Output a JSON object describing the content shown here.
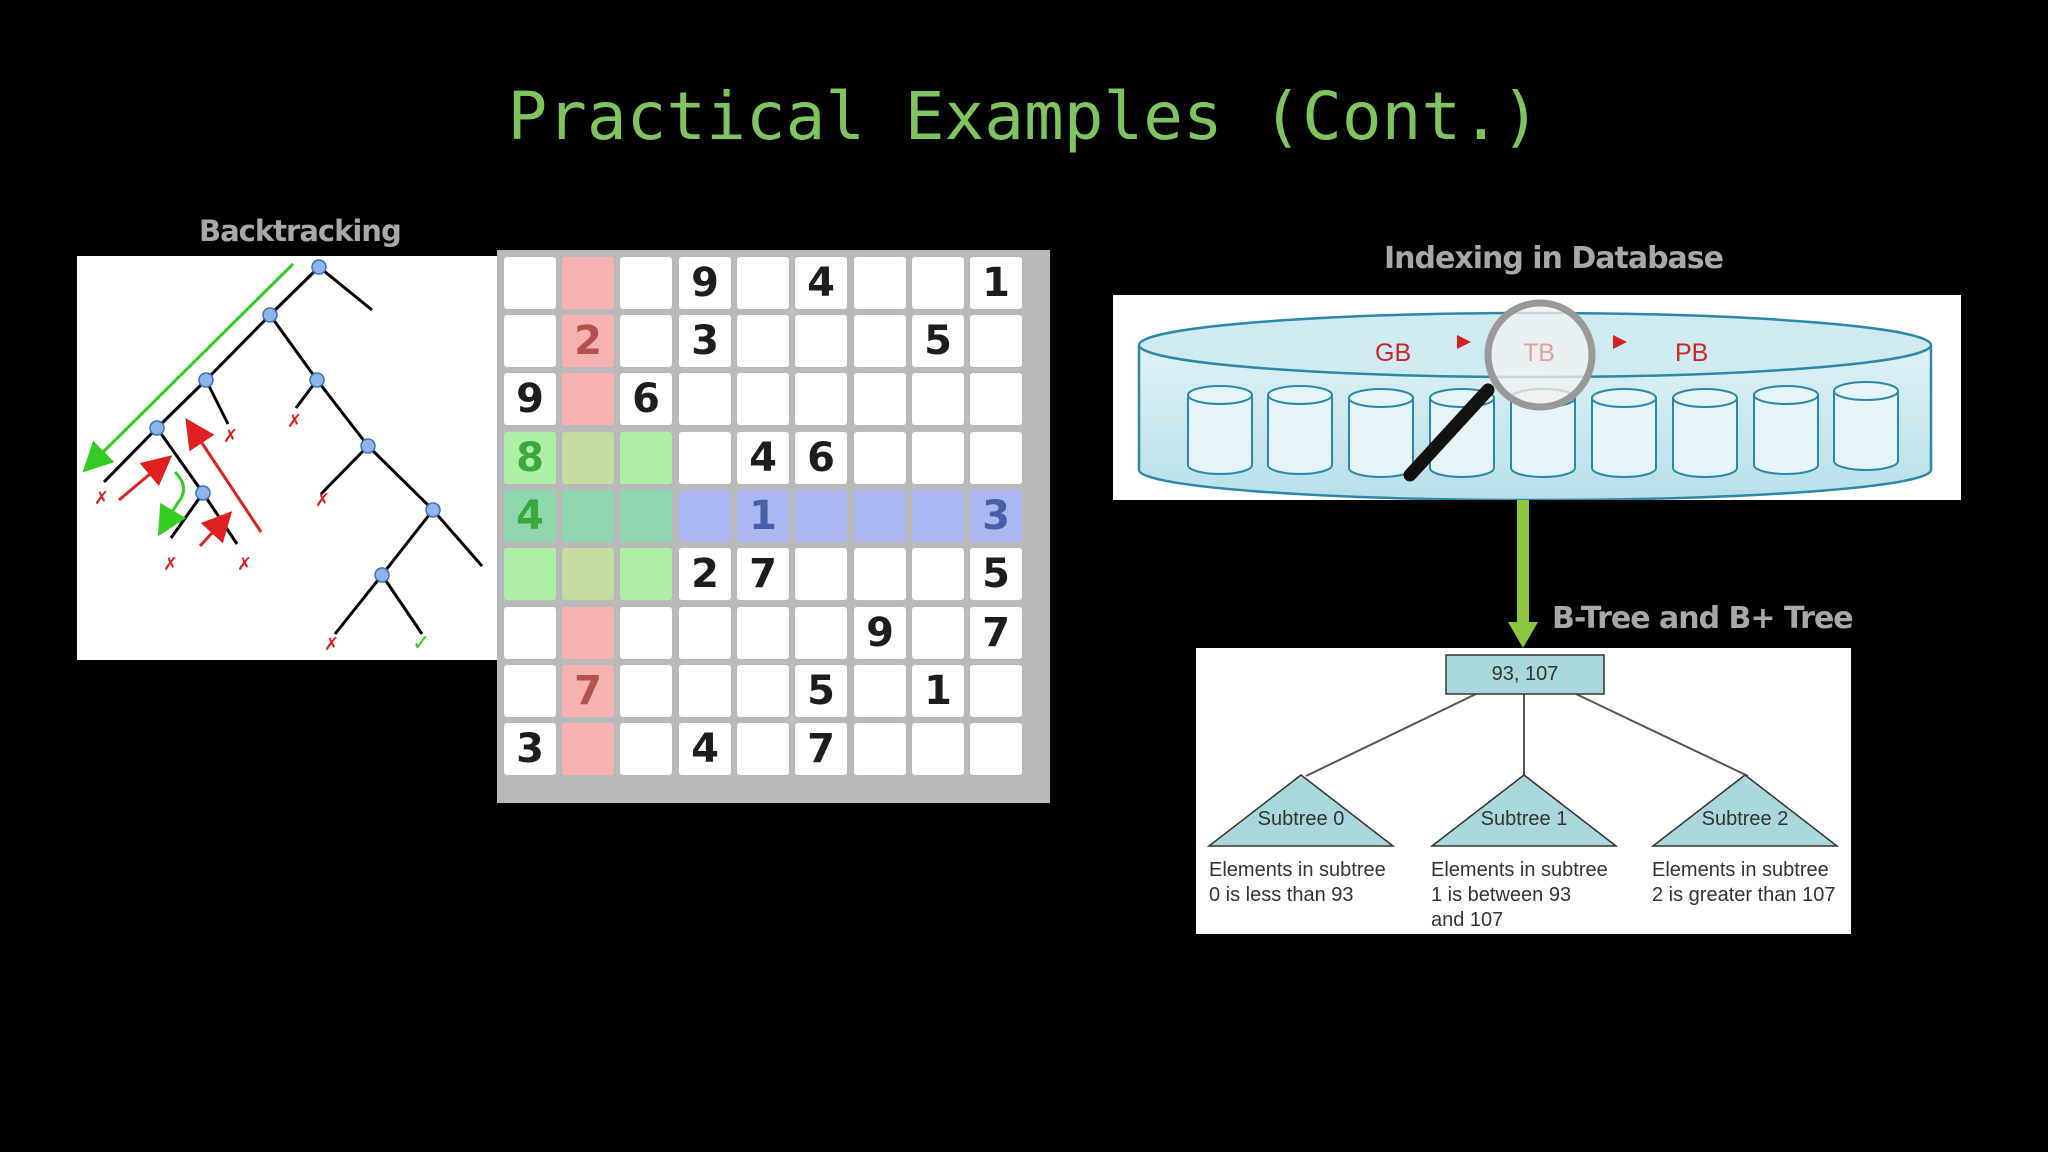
{
  "title": "Practical Examples (Cont.)",
  "backtracking": {
    "caption": "Backtracking",
    "dead_end_mark": "✗",
    "success_mark": "✓"
  },
  "sudoku": {
    "rows": [
      [
        "",
        "",
        "",
        "9",
        "",
        "4",
        "",
        "",
        "1"
      ],
      [
        "",
        "2",
        "",
        "3",
        "",
        "",
        "",
        "5",
        ""
      ],
      [
        "9",
        "",
        "6",
        "",
        "",
        "",
        "",
        "",
        ""
      ],
      [
        "8",
        "",
        "",
        "",
        "4",
        "6",
        "",
        "",
        ""
      ],
      [
        "4",
        "",
        "",
        "",
        "1",
        "",
        "",
        "",
        "3"
      ],
      [
        "",
        "",
        "",
        "2",
        "7",
        "",
        "",
        "",
        "5"
      ],
      [
        "",
        "",
        "",
        "",
        "",
        "",
        "9",
        "",
        "7"
      ],
      [
        "",
        "7",
        "",
        "",
        "",
        "5",
        "",
        "1",
        ""
      ],
      [
        "3",
        "",
        "",
        "4",
        "",
        "7",
        "",
        "",
        ""
      ]
    ],
    "highlight_colors": {
      "column": "#f7b1b1",
      "row": "#aab7f3",
      "box": "#aef0a8",
      "box_column": "#c6dca0",
      "box_row": "#8fd6ae",
      "cell_default": "#ffffff",
      "digit_in_column": "#b35151",
      "digit_in_row": "#4a5ea8",
      "digit_in_box": "#3aa83a"
    }
  },
  "database": {
    "caption": "Indexing in Database",
    "units": [
      "GB",
      "TB",
      "PB"
    ],
    "unit_color": "#c8282b"
  },
  "btree": {
    "caption": "B-Tree and B+ Tree",
    "root": "93, 107",
    "subtrees": [
      {
        "label": "Subtree 0",
        "desc": [
          "Elements in subtree",
          "0 is less than 93"
        ]
      },
      {
        "label": "Subtree 1",
        "desc": [
          "Elements in subtree",
          "1 is between 93",
          "and 107"
        ]
      },
      {
        "label": "Subtree 2",
        "desc": [
          "Elements in subtree",
          "2 is greater than 107"
        ]
      }
    ],
    "fill_color": "#a9d7dc"
  }
}
